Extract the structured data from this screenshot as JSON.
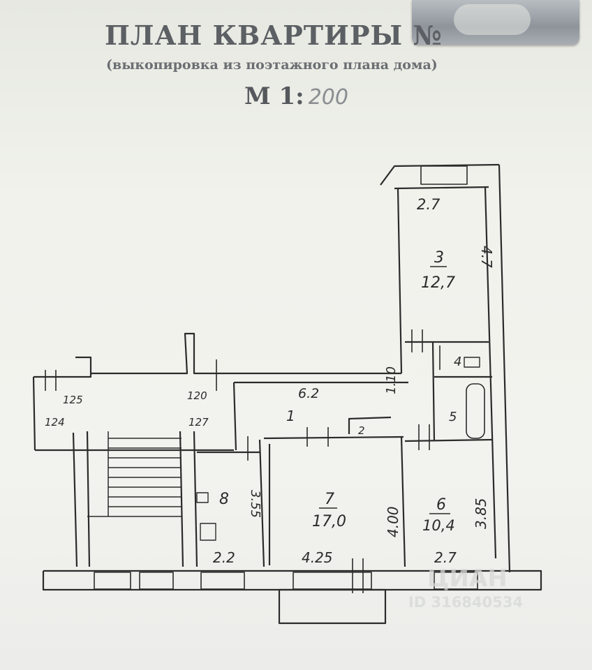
{
  "header": {
    "title": "ПЛАН КВАРТИРЫ №",
    "subtitle": "(выкопировка из поэтажного плана дома)",
    "scale_label": "М 1:",
    "scale_value": "200"
  },
  "rooms": [
    {
      "number": "1",
      "area": ""
    },
    {
      "number": "2",
      "area": ""
    },
    {
      "number": "3",
      "area": "12,7"
    },
    {
      "number": "4",
      "area": ""
    },
    {
      "number": "5",
      "area": ""
    },
    {
      "number": "6",
      "area": "10,4"
    },
    {
      "number": "7",
      "area": "17,0"
    },
    {
      "number": "8",
      "area": ""
    }
  ],
  "dimensions": {
    "balcony_width": "2.7",
    "room3_length": "4.7",
    "hall_width": "6.2",
    "hall_depth": "1.10",
    "kitchen_depth": "3.55",
    "room7_depth": "4.00",
    "room6_depth": "3.85",
    "kitchen_width": "2.2",
    "room7_width": "4.25",
    "room6_width": "2.7",
    "stair_a": "125",
    "stair_b": "120",
    "stair_c": "124",
    "stair_d": "127"
  },
  "watermark": {
    "brand": "ЦИАН",
    "id": "ID 316840534"
  }
}
